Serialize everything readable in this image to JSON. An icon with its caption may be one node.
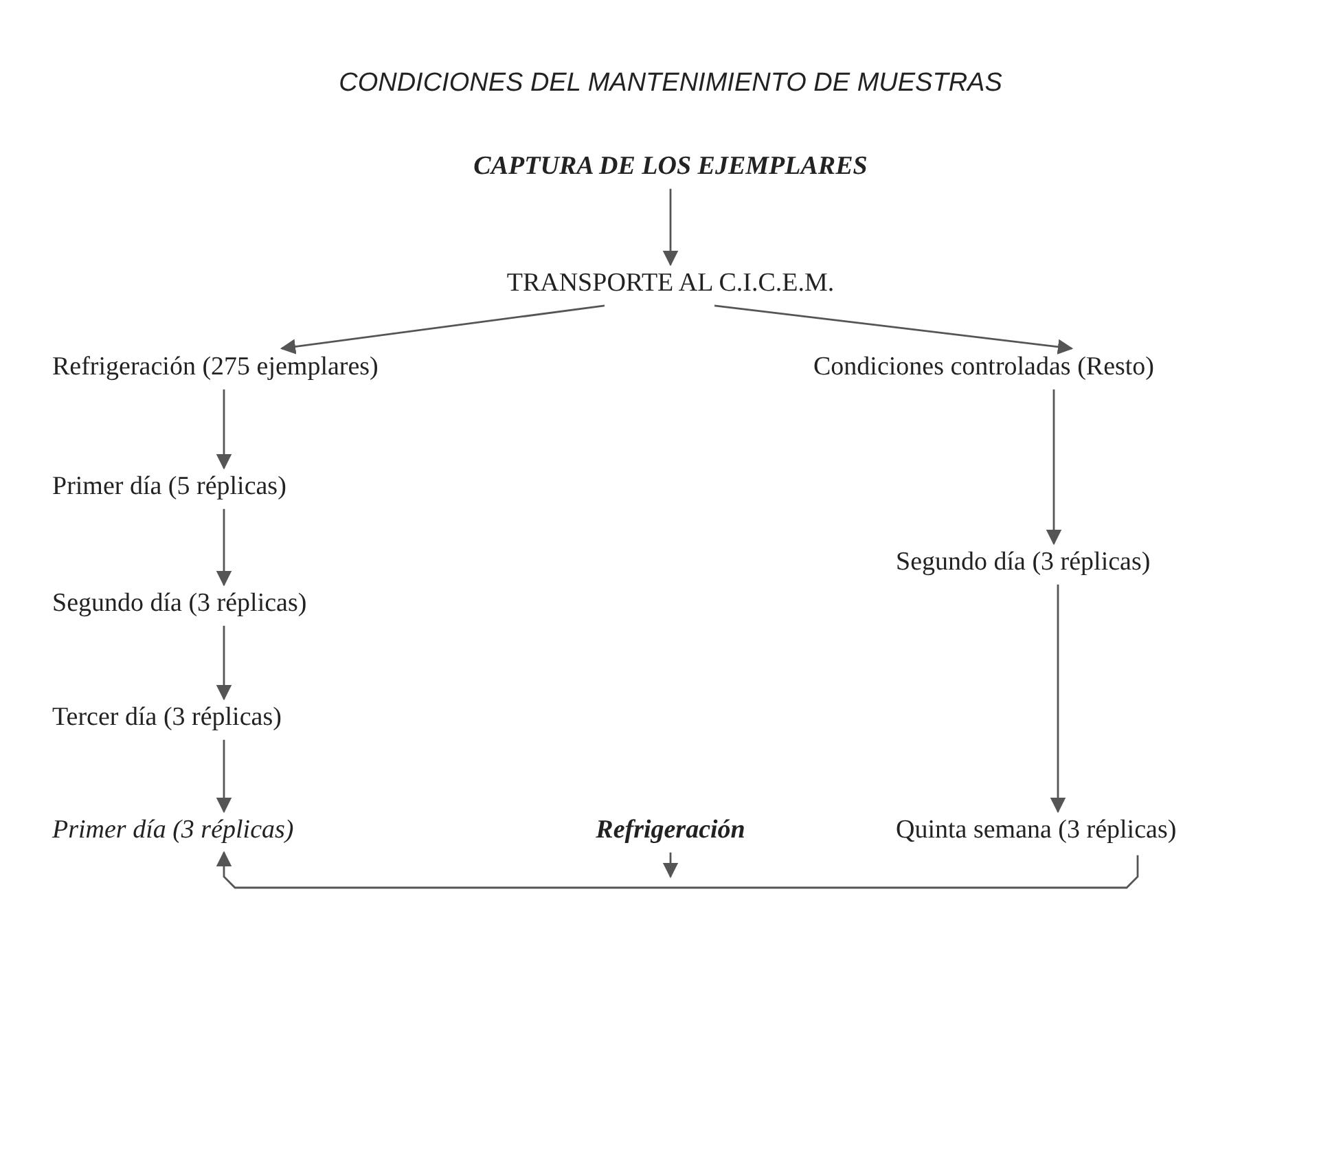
{
  "diagram": {
    "title": "CONDICIONES DEL MANTENIMIENTO DE MUESTRAS",
    "nodes": [
      {
        "text": [
          "CAPTURA DE LOS EJEMPLARES"
        ]
      },
      {
        "text": [
          "TRANSPORTE AL C.I.C.E.M."
        ]
      },
      {
        "text": [
          "Refrigeración (275 ejemplares)"
        ]
      },
      {
        "text": [
          "Condiciones controladas (Resto)"
        ]
      },
      {
        "text": [
          "Primer día (5 réplicas)"
        ]
      },
      {
        "text": [
          "Segundo día (3 réplicas)"
        ]
      },
      {
        "text": [
          "Tercer día (3 réplicas)"
        ]
      },
      {
        "text": [
          "Primer día (3 réplicas)"
        ]
      },
      {
        "text": [
          "Refrigeración"
        ]
      },
      {
        "text": [
          "Segundo día (3 réplicas)"
        ]
      },
      {
        "text": [
          "Quinta semana (3 réplicas)"
        ]
      }
    ],
    "edges": [
      {
        "from": 0,
        "to": 1,
        "arrow": "to"
      },
      {
        "from": 1,
        "to": 2,
        "arrow": "to"
      },
      {
        "from": 1,
        "to": 3,
        "arrow": "to"
      },
      {
        "from": 2,
        "to": 4,
        "arrow": "to"
      },
      {
        "from": 4,
        "to": 5,
        "arrow": "to"
      },
      {
        "from": 5,
        "to": 6,
        "arrow": "to"
      },
      {
        "from": 6,
        "to": 7,
        "arrow": "to"
      },
      {
        "from": 3,
        "to": 9,
        "arrow": "to"
      },
      {
        "from": 9,
        "to": 10,
        "arrow": "to"
      },
      {
        "from": 10,
        "to": 7,
        "arrow": "to"
      },
      {
        "from": 8,
        "to": null,
        "arrow": "to"
      }
    ]
  }
}
